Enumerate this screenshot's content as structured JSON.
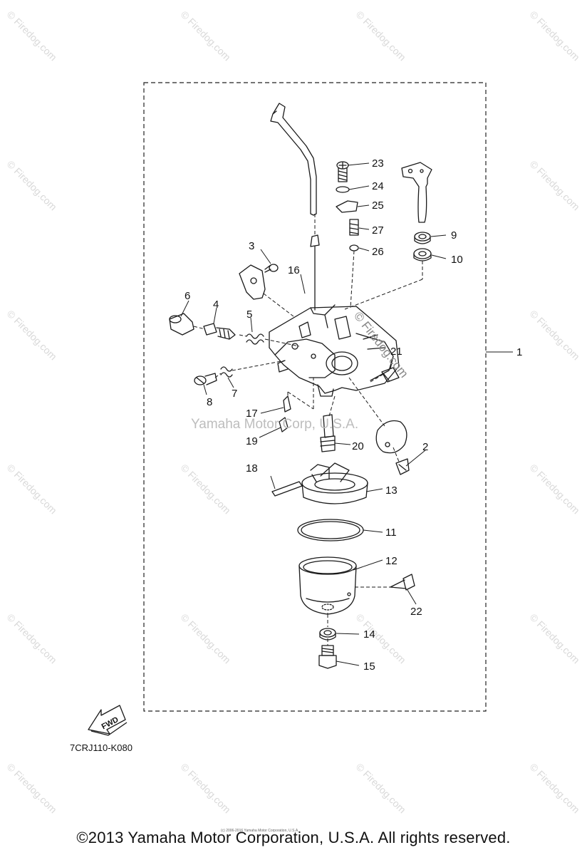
{
  "parts": {
    "p1": "1",
    "p2": "2",
    "p3": "3",
    "p4": "4",
    "p5": "5",
    "p6": "6",
    "p7": "7",
    "p8": "8",
    "p9": "9",
    "p10": "10",
    "p11": "11",
    "p12": "12",
    "p13": "13",
    "p14": "14",
    "p15": "15",
    "p16": "16",
    "p17": "17",
    "p18": "18",
    "p19": "19",
    "p20": "20",
    "p21": "21",
    "p22": "22",
    "p23": "23",
    "p24": "24",
    "p25": "25",
    "p26": "26",
    "p27": "27"
  },
  "fwd_label": "FWD",
  "diagram_code": "7CRJ110-K080",
  "watermark_center": "Yamaha Motor Corp, U.S.A.",
  "watermark_main": "© Firedog.com",
  "watermark_tile": "© Firedog.com",
  "tiny_copyright": "(c) 2006-2016 Yamaha Motor Corporation, U.S.A.",
  "copyright": "©2013 Yamaha Motor Corporation, U.S.A. All rights reserved."
}
